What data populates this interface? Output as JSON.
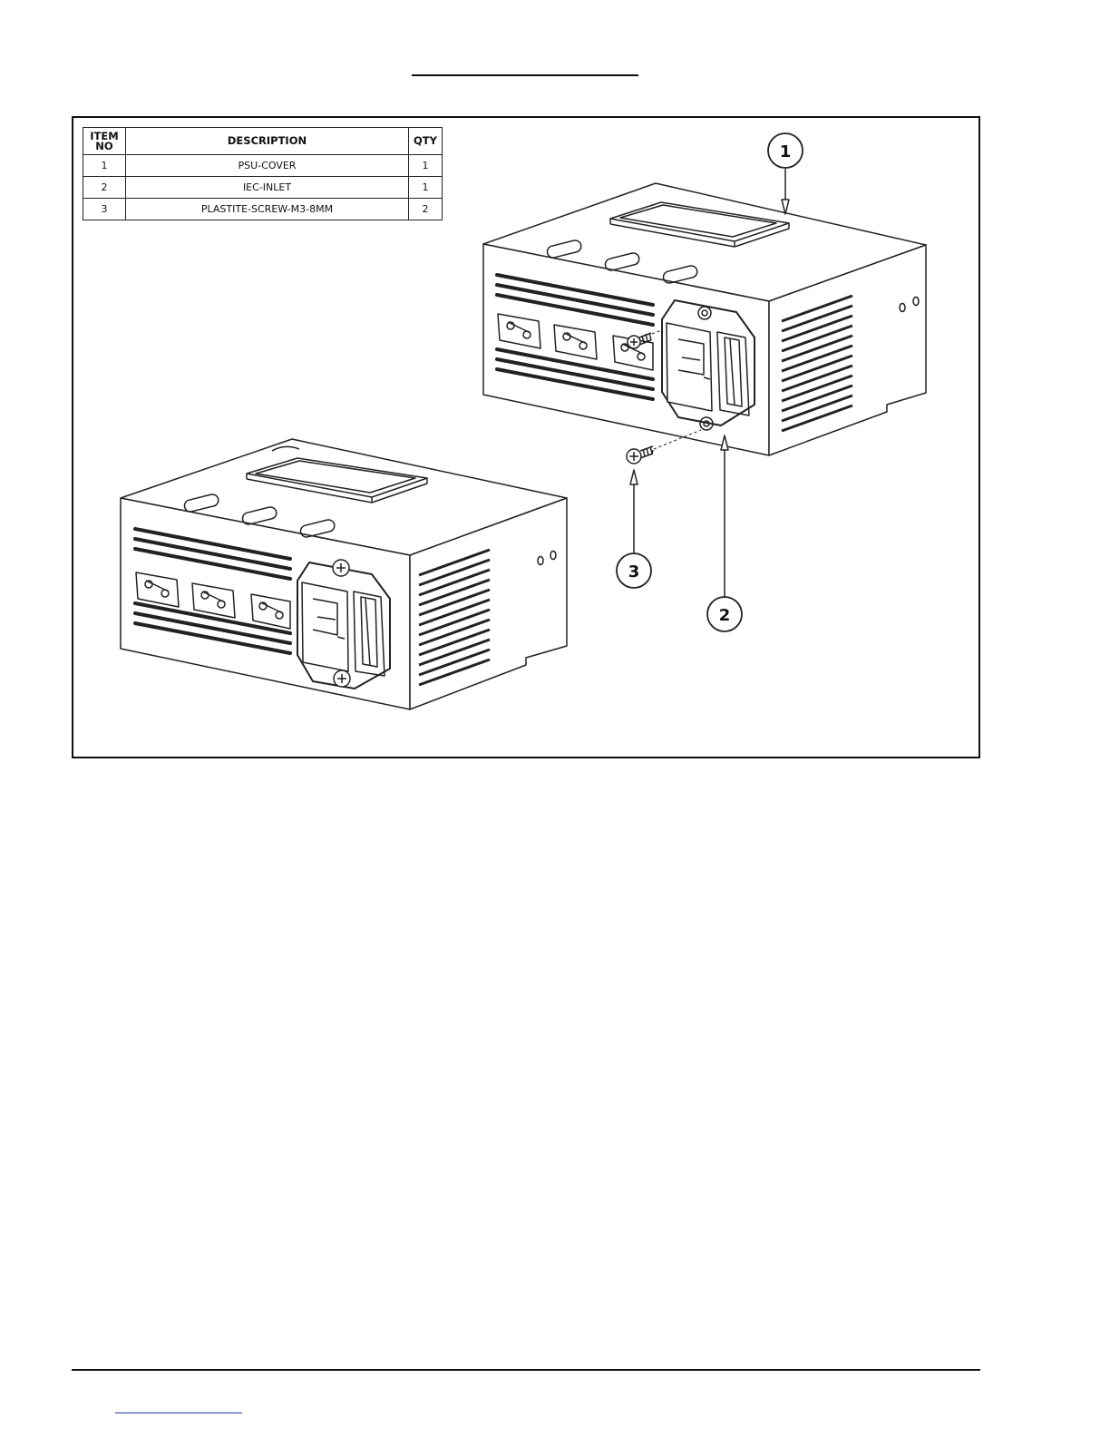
{
  "bom": {
    "headers": {
      "item": "ITEM",
      "no": "NO",
      "description": "DESCRIPTION",
      "qty": "QTY"
    },
    "rows": [
      {
        "item": "1",
        "description": "PSU-COVER",
        "qty": "1"
      },
      {
        "item": "2",
        "description": "IEC-INLET",
        "qty": "1"
      },
      {
        "item": "3",
        "description": "PLASTITE-SCREW-M3-8MM",
        "qty": "2"
      }
    ]
  },
  "balloons": {
    "b1": "1",
    "b2": "2",
    "b3": "3"
  },
  "colors": {
    "line": "#222222",
    "link": "#1a3aa8"
  }
}
